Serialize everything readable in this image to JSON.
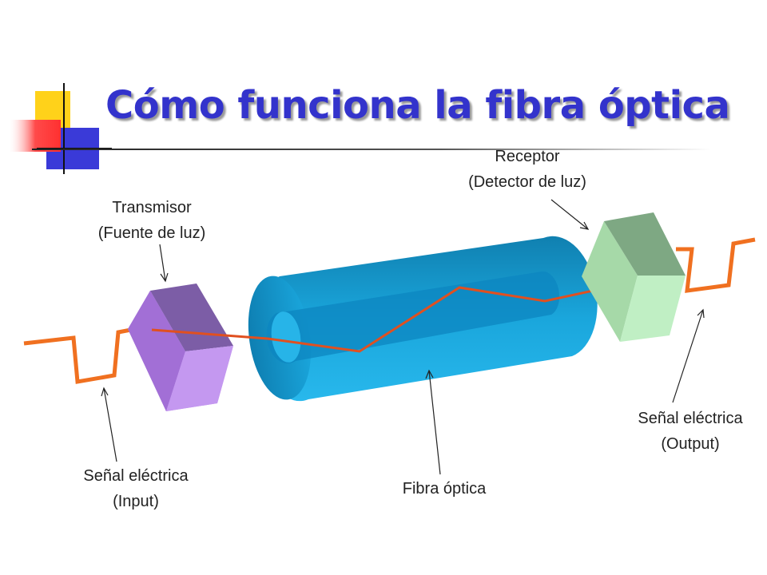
{
  "title": "Cómo funciona la fibra óptica",
  "labels": {
    "transmitter": {
      "line1": "Transmisor",
      "line2": "(Fuente de luz)"
    },
    "receiver": {
      "line1": "Receptor",
      "line2": "(Detector de luz)"
    },
    "input_signal": {
      "line1": "Señal eléctrica",
      "line2": "(Input)"
    },
    "output_signal": {
      "line1": "Señal eléctrica",
      "line2": "(Output)"
    },
    "fiber": {
      "line1": "Fibra óptica"
    }
  },
  "colors": {
    "title": "#3333cc",
    "signal": "#f07020",
    "light_path": "#e05020",
    "transmitter": "#a06ad0",
    "receiver": "#a8ddb0",
    "fiber": "#1aa0d8"
  }
}
